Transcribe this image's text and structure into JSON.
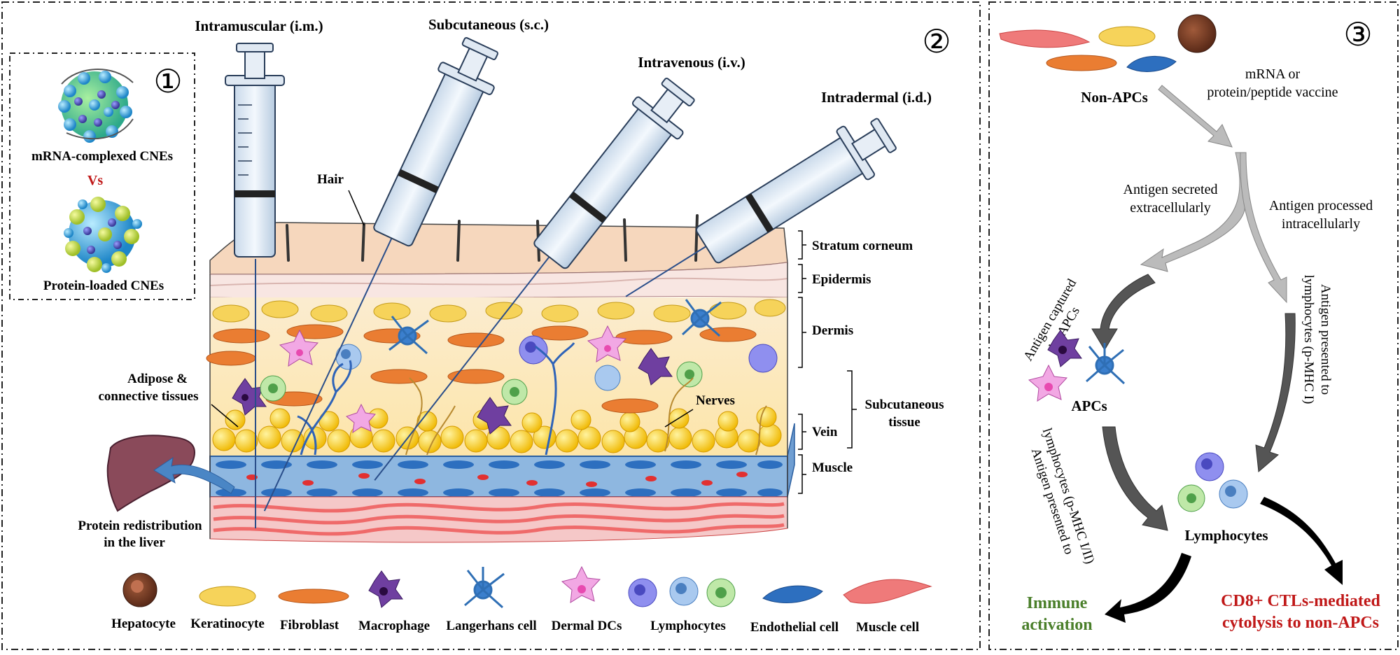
{
  "panel1": {
    "number": "①",
    "top_label": "mRNA-complexed CNEs",
    "vs": "Vs",
    "bottom_label": "Protein-loaded CNEs"
  },
  "panel2": {
    "number": "②",
    "routes": [
      "Intramuscular (i.m.)",
      "Subcutaneous (s.c.)",
      "Intravenous (i.v.)",
      "Intradermal  (i.d.)"
    ],
    "hair": "Hair",
    "adipose_line1": "Adipose &",
    "adipose_line2": "connective tissues",
    "nerves": "Nerves",
    "liver_line1": "Protein redistribution",
    "liver_line2": "in the liver",
    "layers": {
      "stratum_corneum": "Stratum corneum",
      "epidermis": "Epidermis",
      "dermis": "Dermis",
      "vein": "Vein",
      "muscle": "Muscle",
      "subcutaneous_line1": "Subcutaneous",
      "subcutaneous_line2": "tissue"
    },
    "legend": [
      "Hepatocyte",
      "Keratinocyte",
      "Fibroblast",
      "Macrophage",
      "Langerhans cell",
      "Dermal DCs",
      "Lymphocytes",
      "Endothelial cell",
      "Muscle cell"
    ]
  },
  "panel3": {
    "number": "③",
    "non_apcs": "Non-APCs",
    "vaccine_line1": "mRNA or",
    "vaccine_line2": "protein/peptide vaccine",
    "secreted_line1": "Antigen secreted",
    "secreted_line2": "extracellularly",
    "processed_line1": "Antigen processed",
    "processed_line2": "intracellularly",
    "captured_line1": "Antigen captured",
    "captured_line2": "by APCs",
    "apcs": "APCs",
    "presented_right_line1": "Antigen presented to",
    "presented_right_line2": "lymphocytes (p-MHC I)",
    "presented_left_line1": "Antigen presented to",
    "presented_left_line2": "lymphocytes (p-MHC I/II)",
    "lymphocytes": "Lymphocytes",
    "immune_line1": "Immune",
    "immune_line2": "activation",
    "ctl_line1": "CD8+ CTLs-mediated",
    "ctl_line2": "cytolysis to non-APCs"
  },
  "colors": {
    "red_text": "#c01818",
    "green_text": "#4a7f2a",
    "arrow_light": "#aaaaaa",
    "arrow_dark": "#555555",
    "arrow_black": "#000000"
  }
}
